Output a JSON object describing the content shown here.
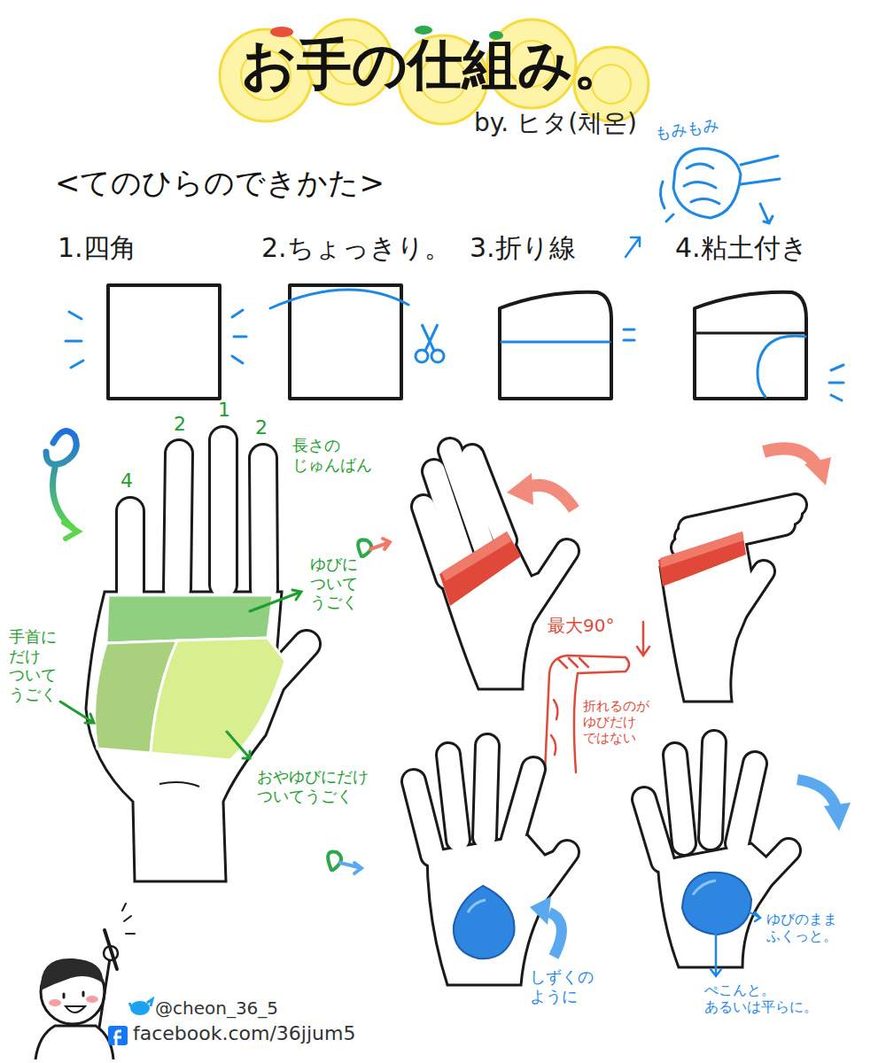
{
  "diagram": {
    "title": "お手の仕組み。",
    "nodes": [
      {
        "text": [
          "1.四角"
        ]
      },
      {
        "text": [
          "2.ちょっきり。"
        ]
      },
      {
        "text": [
          "3.折り線"
        ]
      },
      {
        "text": [
          "4.粘土付き"
        ]
      }
    ],
    "labels": [
      "by. ヒタ(체온)",
      "<てのひらのできかた>",
      "もみもみ",
      "2",
      "1",
      "2",
      "4",
      "長さの じゅんばん",
      "ゆびに ついて うごく",
      "手首に だけ ついて うごく",
      "おやゆびにだけ ついてうごく",
      "最大90°",
      "折れるのが ゆびだけ ではない",
      "しずくの ように",
      "ゆびのまま ふくっと。",
      "ぺこんと。 あるいは平らに。",
      "@cheon_36_5",
      "facebook.com/36jjum5"
    ]
  }
}
